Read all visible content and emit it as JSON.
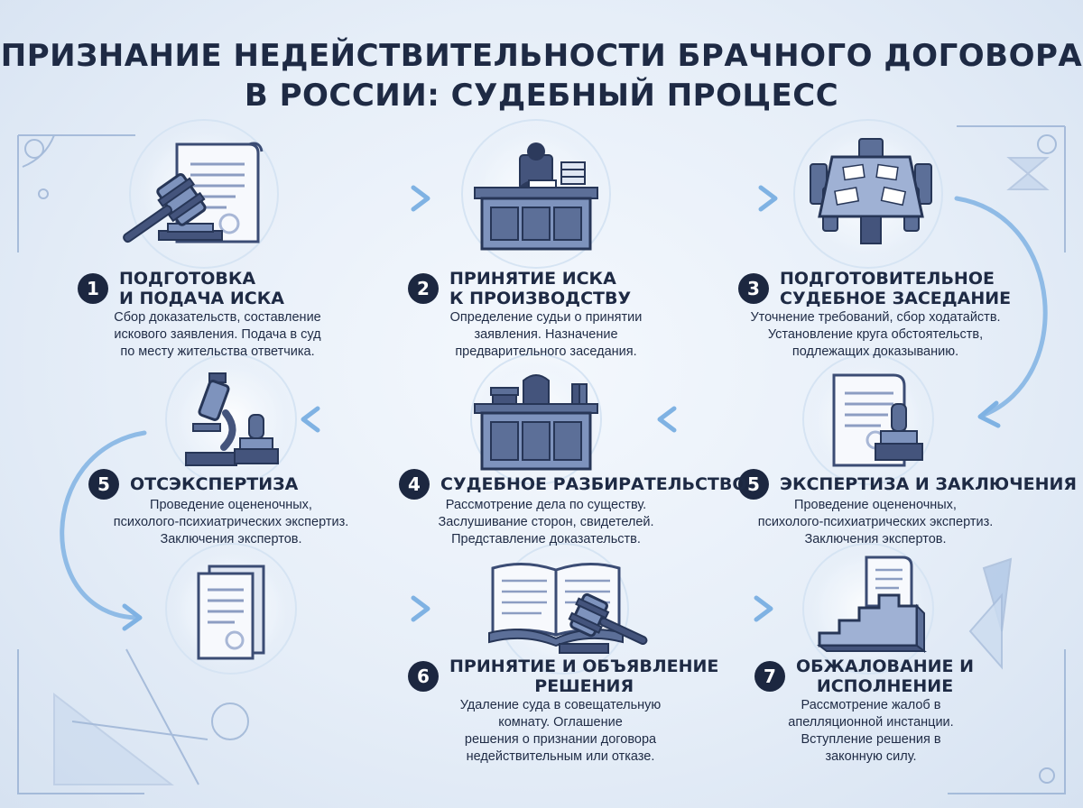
{
  "title": {
    "line1": "ПРИЗНАНИЕ НЕДЕЙСТВИТЕЛЬНОСТИ БРАЧНОГО ДОГОВОРА",
    "line2": "В РОССИИ: СУДЕБНЫЙ ПРОЦЕСС"
  },
  "colors": {
    "accent": "#1c2740",
    "icon_fill": "#7e93bd",
    "arrow": "#7fb2e3"
  },
  "steps": [
    {
      "number": "1",
      "title_lines": [
        "ПОДГОТОВКА",
        "И ПОДАЧА ИСКА"
      ],
      "desc_lines": [
        "Сбор доказательств, составление",
        "искового заявления. Подача в суд",
        "по месту жительства ответчика."
      ],
      "icon": "gavel-document-icon"
    },
    {
      "number": "2",
      "title_lines": [
        "ПРИНЯТИЕ ИСКА",
        "К ПРОИЗВОДСТВУ"
      ],
      "desc_lines": [
        "Определение судьи о принятии",
        "заявления. Назначение",
        "предварительного заседания."
      ],
      "icon": "judge-desk-icon"
    },
    {
      "number": "3",
      "title_lines": [
        "ПОДГОТОВИТЕЛЬНОЕ",
        "СУДЕБНОЕ ЗАСЕДАНИЕ"
      ],
      "desc_lines": [
        "Уточнение требований, сбор ходатайств.",
        "Установление круга обстоятельств,",
        "подлежащих доказыванию."
      ],
      "icon": "meeting-table-icon"
    },
    {
      "number": "5",
      "title_lines": [
        "ЭКСПЕРТИЗА И ЗАКЛЮЧЕНИЯ"
      ],
      "desc_lines": [
        "Проведение оцененочных,",
        "психолого-психиатрических экспертиз.",
        "Заключения экспертов."
      ],
      "icon": "document-stamp-icon"
    },
    {
      "number": "4",
      "title_lines": [
        "СУДЕБНОЕ РАЗБИРАТЕЛЬСТВО"
      ],
      "desc_lines": [
        "Рассмотрение дела по существу.",
        "Заслушивание сторон, свидетелей.",
        "Представление доказательств."
      ],
      "icon": "courtroom-bench-icon"
    },
    {
      "number": "5",
      "title_lines": [
        "ОТСЭКСПЕРТИЗА"
      ],
      "desc_lines": [
        "Проведение оцененочных,",
        "психолого-психиатрических экспертиз.",
        "Заключения экспертов."
      ],
      "icon": "microscope-stamp-icon"
    },
    {
      "number": "6",
      "title_lines": [
        "ПРИНЯТИЕ И ОБЪЯВЛЕНИЕ",
        "РЕШЕНИЯ"
      ],
      "desc_lines": [
        "Удаление суда в совещательную",
        "комнату. Оглашение",
        "решения о признании договора",
        "недействительным или отказе."
      ],
      "icon": "book-gavel-icon"
    },
    {
      "number": "7",
      "title_lines": [
        "ОБЖАЛОВАНИЕ И",
        "ИСПОЛНЕНИЕ"
      ],
      "desc_lines": [
        "Рассмотрение жалоб в",
        "апелляционной инстанции.",
        "Вступление решения в",
        "законную силу."
      ],
      "icon": "stairs-scroll-icon"
    }
  ],
  "extra_icons": [
    "certificate-document-icon"
  ]
}
